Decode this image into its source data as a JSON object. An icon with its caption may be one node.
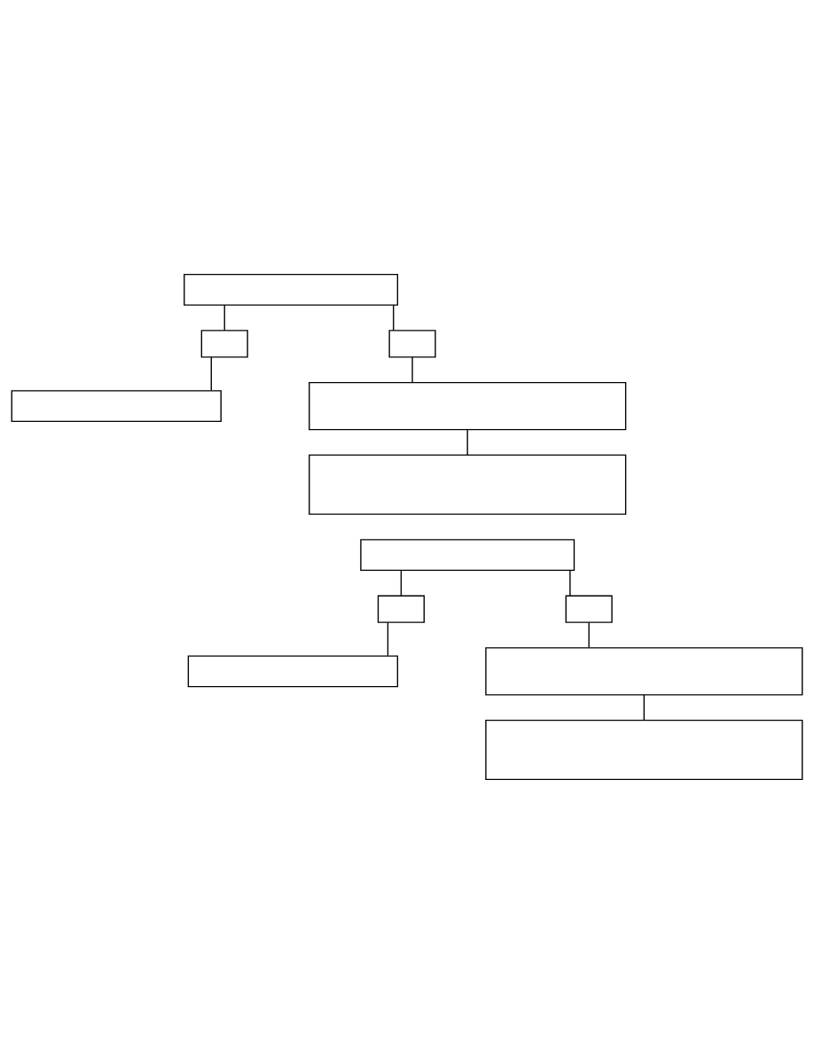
{
  "diagram": {
    "nodes": [
      {
        "text": [],
        "shape": "box"
      },
      {
        "text": [],
        "shape": "box"
      },
      {
        "text": [],
        "shape": "box"
      },
      {
        "text": [],
        "shape": "box"
      },
      {
        "text": [],
        "shape": "box"
      },
      {
        "text": [],
        "shape": "box"
      },
      {
        "text": [],
        "shape": "box"
      },
      {
        "text": [],
        "shape": "box"
      },
      {
        "text": [],
        "shape": "box"
      },
      {
        "text": [],
        "shape": "box"
      },
      {
        "text": [],
        "shape": "box"
      },
      {
        "text": [],
        "shape": "box"
      }
    ],
    "edges": [
      {
        "from": 0,
        "to": 1,
        "arrow": "none"
      },
      {
        "from": 0,
        "to": 2,
        "arrow": "none"
      },
      {
        "from": 1,
        "to": 3,
        "arrow": "none"
      },
      {
        "from": 2,
        "to": 4,
        "arrow": "none"
      },
      {
        "from": 4,
        "to": 5,
        "arrow": "none"
      },
      {
        "from": 6,
        "to": 7,
        "arrow": "none"
      },
      {
        "from": 6,
        "to": 8,
        "arrow": "none"
      },
      {
        "from": 7,
        "to": 9,
        "arrow": "none"
      },
      {
        "from": 8,
        "to": 10,
        "arrow": "none"
      },
      {
        "from": 10,
        "to": 11,
        "arrow": "none"
      }
    ]
  }
}
